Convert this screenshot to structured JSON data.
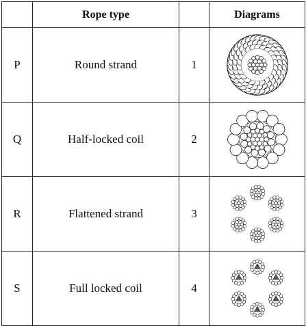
{
  "table": {
    "headers": [
      "",
      "Rope type",
      "",
      "Diagrams"
    ],
    "rows": [
      {
        "letter": "P",
        "type": "Round strand",
        "number": "1",
        "diagram_icon": "concentric-curved-wire-section-icon"
      },
      {
        "letter": "Q",
        "type": "Half-locked coil",
        "number": "2",
        "diagram_icon": "large-circles-ring-section-icon"
      },
      {
        "letter": "R",
        "type": "Flattened strand",
        "number": "3",
        "diagram_icon": "six-strand-clusters-icon"
      },
      {
        "letter": "S",
        "type": "Full locked coil",
        "number": "4",
        "diagram_icon": "six-triangular-strand-clusters-icon"
      }
    ]
  }
}
